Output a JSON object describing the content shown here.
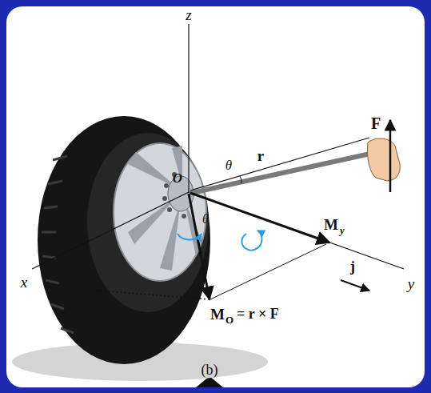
{
  "diagram": {
    "caption": "(b)",
    "labels": [
      "z",
      "O",
      "θ",
      "r",
      "F",
      "θ",
      "M",
      "y",
      "j",
      "x",
      "y",
      "M",
      "O",
      "= r × F"
    ]
  }
}
